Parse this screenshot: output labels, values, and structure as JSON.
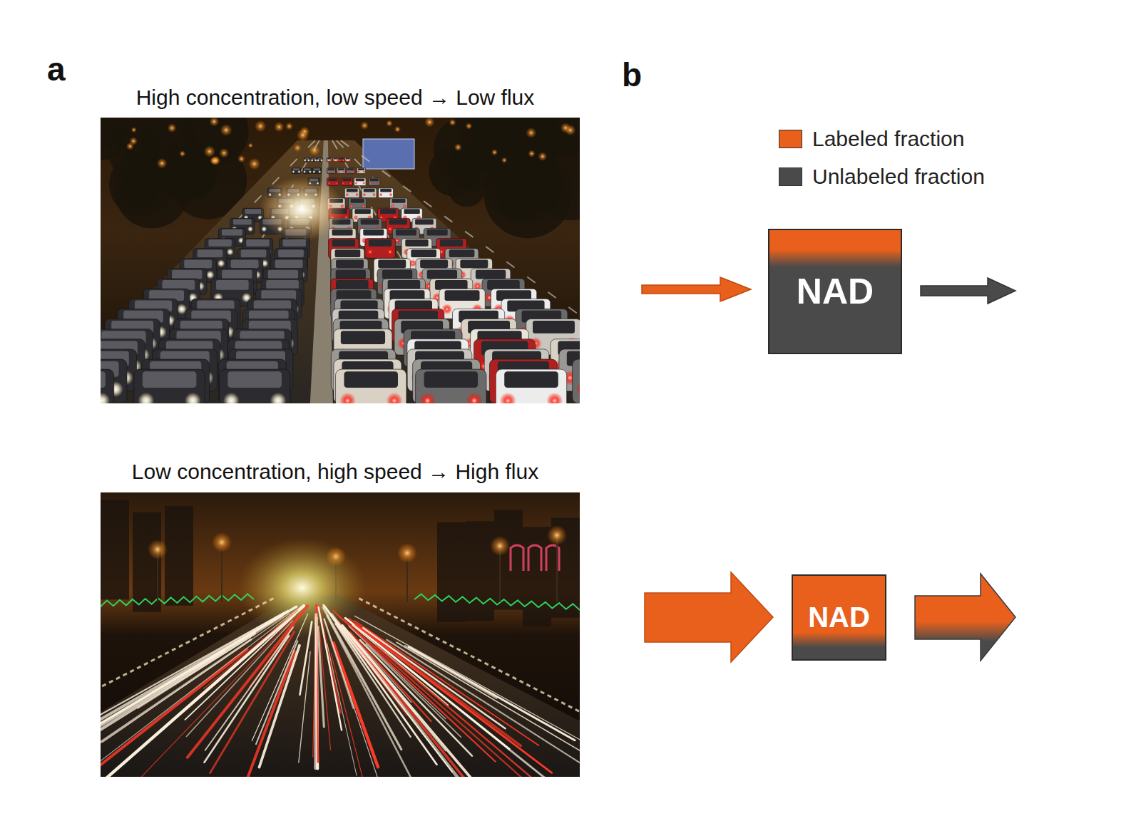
{
  "diagram": {
    "nodes": [
      {
        "text": [
          "NAD"
        ]
      },
      {
        "text": [
          "NAD"
        ]
      }
    ],
    "labels": [
      "a",
      "High concentration, low speed → Low flux",
      "b",
      "Low concentration, high speed → High flux"
    ],
    "legend": [
      {
        "text": "Labeled fraction",
        "color": "#e8601c"
      },
      {
        "text": "Unlabeled fraction",
        "color": "#4a4a4a"
      }
    ]
  }
}
